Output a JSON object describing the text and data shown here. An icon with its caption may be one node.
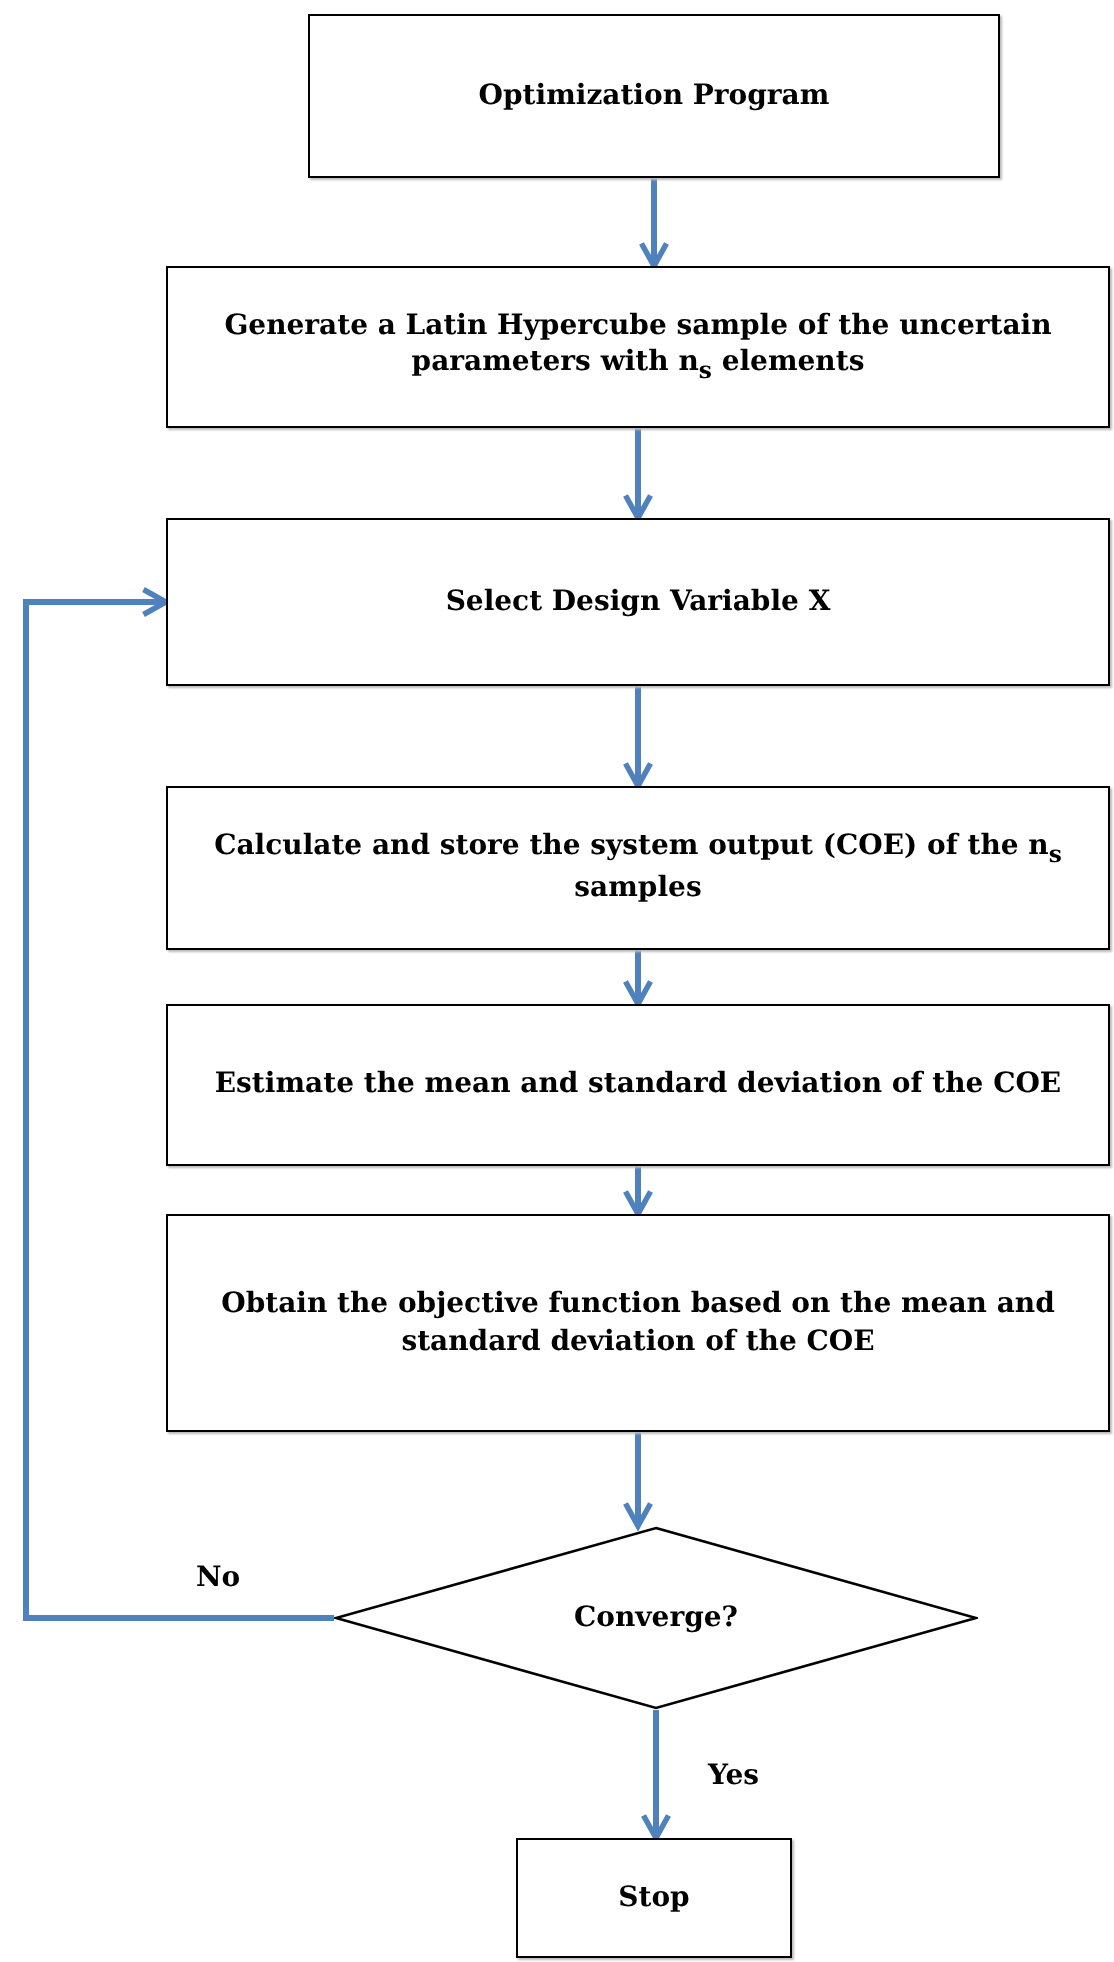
{
  "diagram": {
    "nodes": [
      {
        "text": [
          "Optimization Program"
        ]
      },
      {
        "text": [
          "Generate a Latin Hypercube sample of the uncertain parameters with n$_{s}$ elements"
        ]
      },
      {
        "text": [
          "Select Design Variable X"
        ]
      },
      {
        "text": [
          "Calculate and store the system output (COE) of the n$_{s}$ samples"
        ]
      },
      {
        "text": [
          "Estimate the mean and standard deviation of the COE"
        ]
      },
      {
        "text": [
          "Obtain the objective function based on the mean and standard deviation of the COE"
        ]
      },
      {
        "text": [
          "Converge?"
        ]
      },
      {
        "text": [
          "Stop"
        ]
      }
    ],
    "edges": [
      {
        "from": 0,
        "to": 1,
        "arrow": "to"
      },
      {
        "from": 1,
        "to": 2,
        "arrow": "to"
      },
      {
        "from": 2,
        "to": 3,
        "arrow": "to"
      },
      {
        "from": 3,
        "to": 4,
        "arrow": "to"
      },
      {
        "from": 4,
        "to": 5,
        "arrow": "to"
      },
      {
        "from": 5,
        "to": 6,
        "arrow": "to"
      },
      {
        "from": 6,
        "to": 2,
        "arrow": "to",
        "label": "No"
      },
      {
        "from": 6,
        "to": 7,
        "arrow": "to",
        "label": "Yes"
      }
    ]
  }
}
